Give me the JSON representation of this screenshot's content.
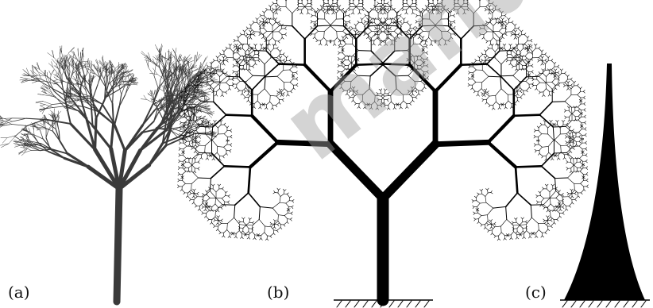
{
  "panels": [
    {
      "label": "(a)",
      "content": "photograph of leafless tree"
    },
    {
      "label": "(b)",
      "content": "fractal binary branching tree"
    },
    {
      "label": "(c)",
      "content": "tapered column silhouette"
    }
  ],
  "watermark": "manuscript",
  "colors": {
    "ink": "#000000",
    "photo_trunk": "#3a3a3a",
    "watermark": "#a0a0a0"
  },
  "fractal": {
    "depth": 11,
    "branch_angle_deg": 44,
    "scale": 0.7
  }
}
